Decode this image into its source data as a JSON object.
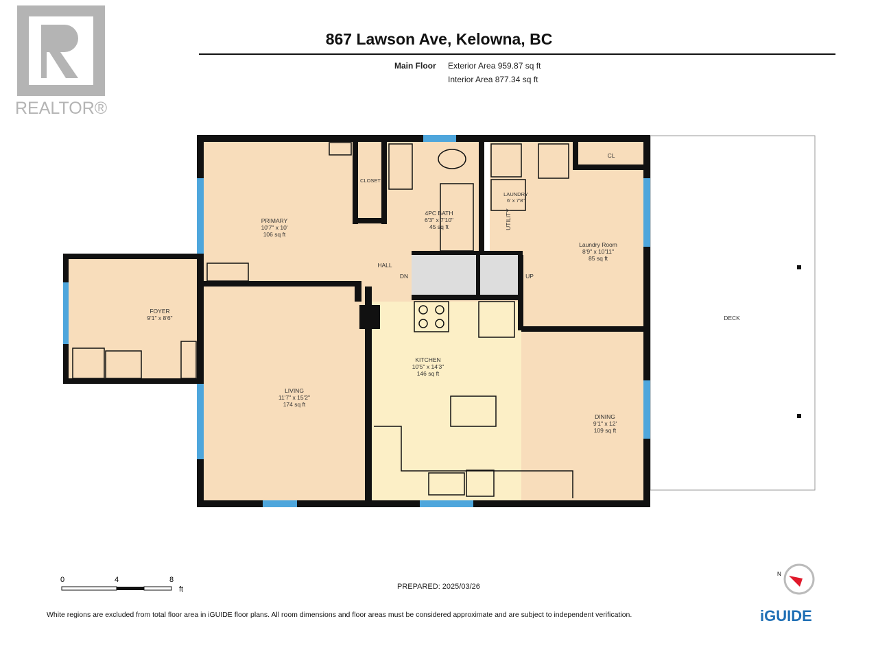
{
  "title": "867 Lawson Ave, Kelowna, BC",
  "floor": {
    "name": "Main Floor",
    "exterior": "Exterior Area 959.87 sq ft",
    "interior": "Interior Area 877.34 sq ft"
  },
  "logo": {
    "text": "REALTOR®"
  },
  "rooms": {
    "primary": [
      "PRIMARY",
      "10'7\" x 10'",
      "106 sq ft"
    ],
    "closet": [
      "CLOSET"
    ],
    "bath": [
      "4PC BATH",
      "6'3\" x 7'10\"",
      "45 sq ft"
    ],
    "laundry_closet": [
      "LAUNDRY",
      "6' x 7'8\""
    ],
    "utility": [
      "UTILITY"
    ],
    "cl": [
      "CL"
    ],
    "laundry": [
      "Laundry Room",
      "8'9\" x 10'11\"",
      "85 sq ft"
    ],
    "hall": [
      "HALL"
    ],
    "foyer": [
      "FOYER",
      "9'1\" x 8'6\""
    ],
    "living": [
      "LIVING",
      "11'7\" x 15'2\"",
      "174 sq ft"
    ],
    "kitchen": [
      "KITCHEN",
      "10'5\" x 14'3\"",
      "146 sq ft"
    ],
    "dining": [
      "DINING",
      "9'1\" x 12'",
      "109 sq ft"
    ],
    "deck": [
      "DECK"
    ],
    "dn": "DN",
    "up": "UP"
  },
  "scale": {
    "labels": [
      "0",
      "4",
      "8"
    ],
    "unit": "ft"
  },
  "prepared": "PREPARED: 2025/03/26",
  "footer": "White regions are excluded from total floor area in iGUIDE floor plans. All room dimensions and floor areas must be considered approximate and are subject to independent verification.",
  "brand": "iGUIDE",
  "colors": {
    "room": "#f8ddbb",
    "kitchen": "#fcefc6",
    "wall": "#111111",
    "window": "#4ea6dc"
  }
}
